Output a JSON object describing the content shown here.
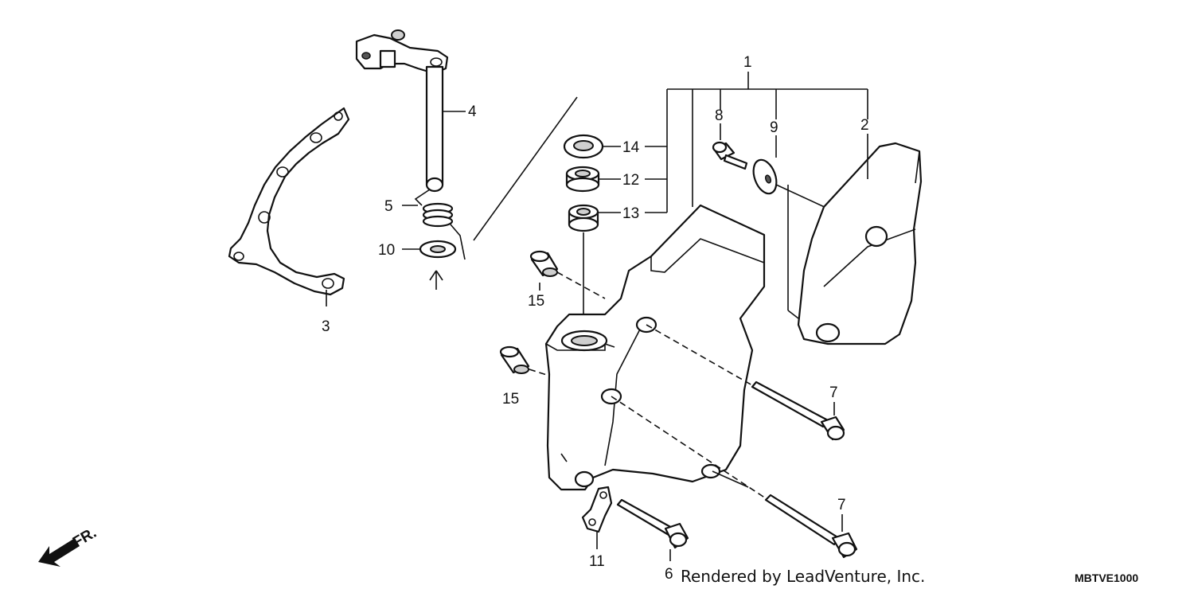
{
  "callouts": {
    "c1": "1",
    "c2": "2",
    "c3": "3",
    "c4": "4",
    "c5": "5",
    "c6": "6",
    "c7a": "7",
    "c7b": "7",
    "c8": "8",
    "c9": "9",
    "c10": "10",
    "c11": "11",
    "c12": "12",
    "c13": "13",
    "c14": "14",
    "c15a": "15",
    "c15b": "15"
  },
  "front_marker": "FR.",
  "footer": {
    "credit": "Rendered by LeadVenture, Inc.",
    "code": "MBTVE1000"
  },
  "icons": [
    "front-direction-arrow-icon"
  ],
  "colors": {
    "line": "#111111",
    "background": "#ffffff",
    "shading": "#cfcfcf"
  }
}
